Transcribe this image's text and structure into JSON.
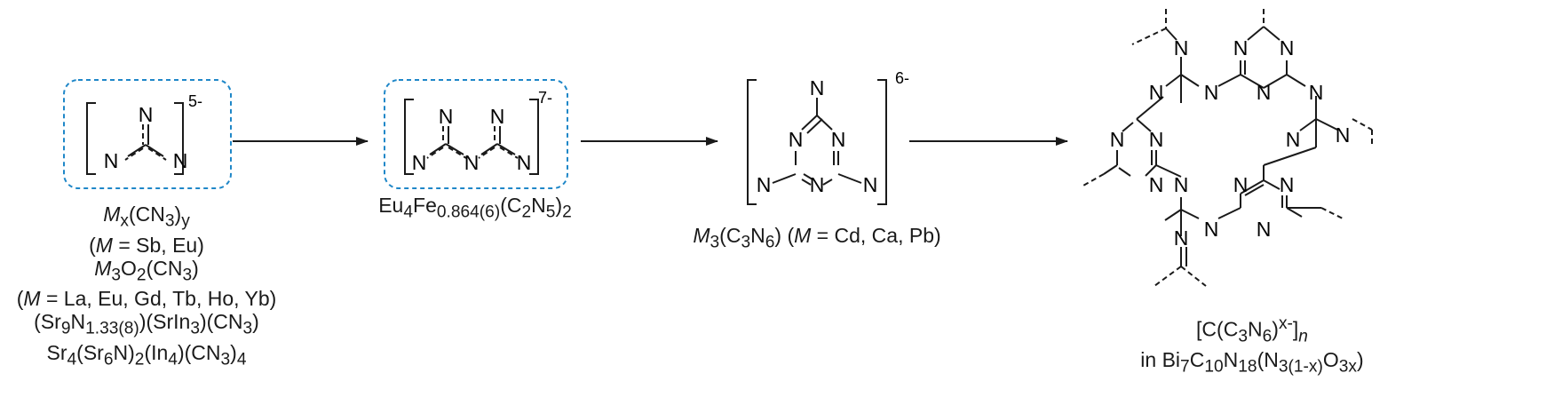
{
  "colors": {
    "box_outline": "#1f87c8",
    "ink": "#1a1a1a"
  },
  "atoms": {
    "nitrogen": "N"
  },
  "charges": {
    "cn3": "5-",
    "c2n5": "7-",
    "c3n6": "6-"
  },
  "captions": {
    "cn3": {
      "line1": {
        "metal": "M",
        "sub_x": "x",
        "rest": "(CN",
        "sub_3": "3",
        "close": ")",
        "sub_y": "y"
      },
      "line2": {
        "open": "(",
        "metal": "M",
        "rest": " = Sb, Eu)"
      },
      "line3": {
        "metal": "M",
        "sub_3a": "3",
        "o": "O",
        "sub_2": "2",
        "rest": "(CN",
        "sub_3b": "3",
        "close": ")"
      },
      "line4": {
        "open": "(",
        "metal": "M",
        "rest": " = La, Eu, Gd, Tb, Ho, Yb)"
      },
      "line5": {
        "a": "(Sr",
        "sub_9": "9",
        "b": "N",
        "sub_133": "1.33(8)",
        "c": ")(SrIn",
        "sub_3a": "3",
        "d": ")(CN",
        "sub_3b": "3",
        "e": ")"
      },
      "line6": {
        "a": "Sr",
        "sub_4a": "4",
        "b": "(Sr",
        "sub_6": "6",
        "c": "N)",
        "sub_2": "2",
        "d": "(In",
        "sub_4b": "4",
        "e": ")(CN",
        "sub_3": "3",
        "f": ")",
        "sub_4c": "4"
      }
    },
    "c2n5": {
      "a": "Eu",
      "sub_4": "4",
      "b": "Fe",
      "sub_fe": "0.864(6)",
      "c": "(C",
      "sub_2": "2",
      "d": "N",
      "sub_5": "5",
      "e": ")",
      "sub_2b": "2"
    },
    "c3n6": {
      "metal": "M",
      "sub_3a": "3",
      "a": "(C",
      "sub_3b": "3",
      "b": "N",
      "sub_6": "6",
      "c": ") (",
      "metal2": "M",
      "d": " = Cd, Ca, Pb)"
    },
    "polymer": {
      "line1": {
        "a": "[C(C",
        "sub_3": "3",
        "b": "N",
        "sub_6": "6",
        "c": ")",
        "sup_x": "x-",
        "d": "]",
        "sub_n": "n"
      },
      "line2": {
        "a": "in Bi",
        "sub_7": "7",
        "b": "C",
        "sub_10": "10",
        "c": "N",
        "sub_18": "18",
        "d": "(N",
        "sub_3x": "3(1-x)",
        "e": "O",
        "sub_3x2": "3x",
        "f": ")"
      }
    }
  }
}
